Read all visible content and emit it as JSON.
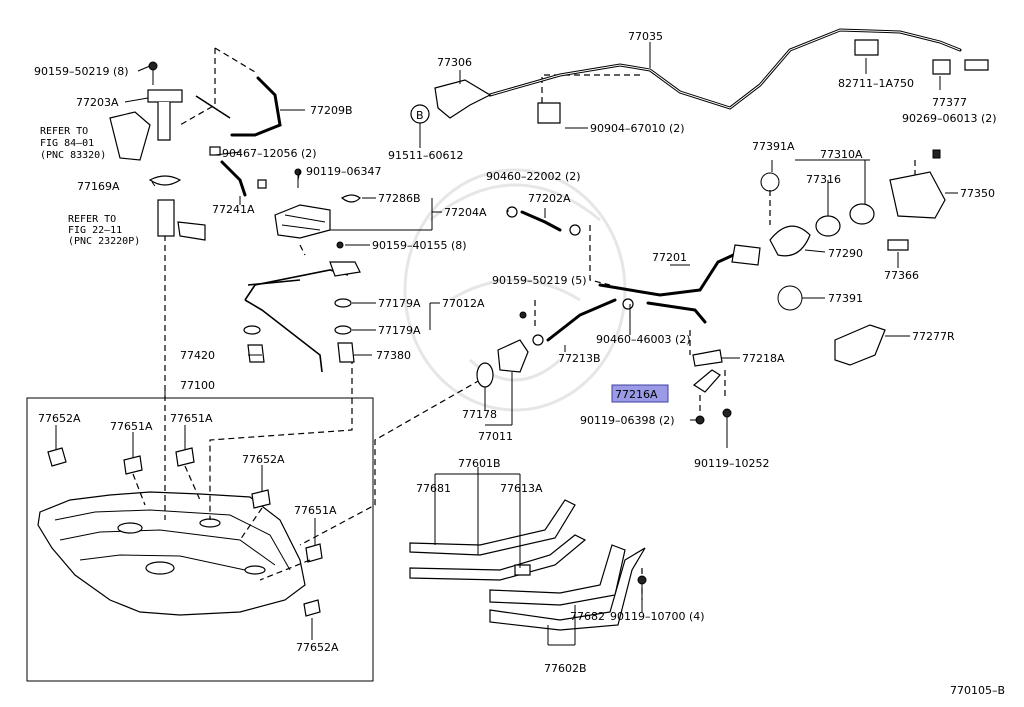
{
  "diagram_code": "770105–B",
  "highlighted": "77216A",
  "callouts": {
    "c77035": "77035",
    "c90159_50219_8": "90159–50219 (8)",
    "c77306": "77306",
    "c82711": "82711–1A750",
    "c77377": "77377",
    "c77203A": "77203A",
    "c77209B": "77209B",
    "b_marker": "B",
    "c90904": "90904–67010 (2)",
    "c91511": "91511–60612",
    "c90269": "90269–06013 (2)",
    "c90467": "90467–12056 (2)",
    "c77391A": "77391A",
    "c77310A": "77310A",
    "c90119_06347": "90119–06347",
    "c77316": "77316",
    "c77169A": "77169A",
    "c77350": "77350",
    "c77286B": "77286B",
    "c90460_22002": "90460–22002 (2)",
    "c77241A": "77241A",
    "c77204A": "77204A",
    "c77202A": "77202A",
    "c90159_40155": "90159–40155 (8)",
    "c77290": "77290",
    "c77366": "77366",
    "c77201": "77201",
    "c90159_50219_5": "90159–50219 (5)",
    "c77012A": "77012A",
    "c77179A_1": "77179A",
    "c77391": "77391",
    "c77179A_2": "77179A",
    "c90460_46003": "90460–46003 (2)",
    "c77277R": "77277R",
    "c77420": "77420",
    "c77380": "77380",
    "c77213B": "77213B",
    "c77218A": "77218A",
    "c77100": "77100",
    "c77216A": "77216A",
    "c77178": "77178",
    "c77652A_1": "77652A",
    "c77651A_1": "77651A",
    "c77651A_2": "77651A",
    "c90119_06398": "90119–06398 (2)",
    "c77011": "77011",
    "c77652A_2": "77652A",
    "c90119_10252": "90119–10252",
    "c77601B": "77601B",
    "c77681": "77681",
    "c77613A": "77613A",
    "c77651A_3": "77651A",
    "c90119_10700": "90119–10700 (4)",
    "c77682": "77682",
    "c77652A_3": "77652A",
    "c77602B": "77602B"
  },
  "refer_notes": {
    "r1_l1": "REFER TO",
    "r1_l2": "FIG 84–01",
    "r1_l3": "(PNC 83320)",
    "r2_l1": "REFER TO",
    "r2_l2": "FIG 22–11",
    "r2_l3": "(PNC 23220P)"
  }
}
